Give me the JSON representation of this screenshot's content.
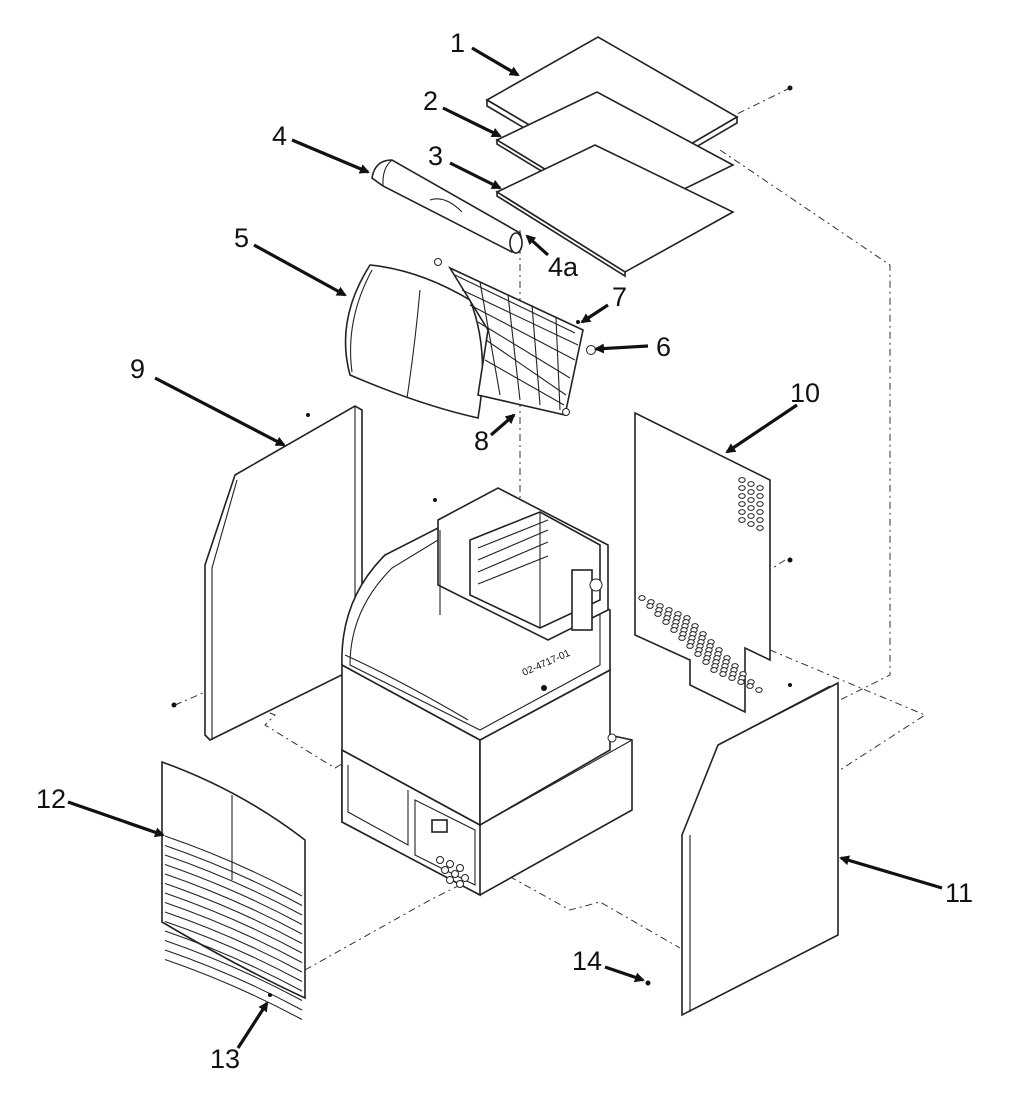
{
  "callouts": [
    {
      "id": "1",
      "label": "1"
    },
    {
      "id": "2",
      "label": "2"
    },
    {
      "id": "3",
      "label": "3"
    },
    {
      "id": "4",
      "label": "4"
    },
    {
      "id": "4a",
      "label": "4a"
    },
    {
      "id": "5",
      "label": "5"
    },
    {
      "id": "6",
      "label": "6"
    },
    {
      "id": "7",
      "label": "7"
    },
    {
      "id": "8",
      "label": "8"
    },
    {
      "id": "9",
      "label": "9"
    },
    {
      "id": "10",
      "label": "10"
    },
    {
      "id": "11",
      "label": "11"
    },
    {
      "id": "12",
      "label": "12"
    },
    {
      "id": "13",
      "label": "13"
    },
    {
      "id": "14",
      "label": "14"
    }
  ],
  "part_marking": "02-4717-01",
  "colors": {
    "line": "#222222",
    "background": "#ffffff"
  }
}
